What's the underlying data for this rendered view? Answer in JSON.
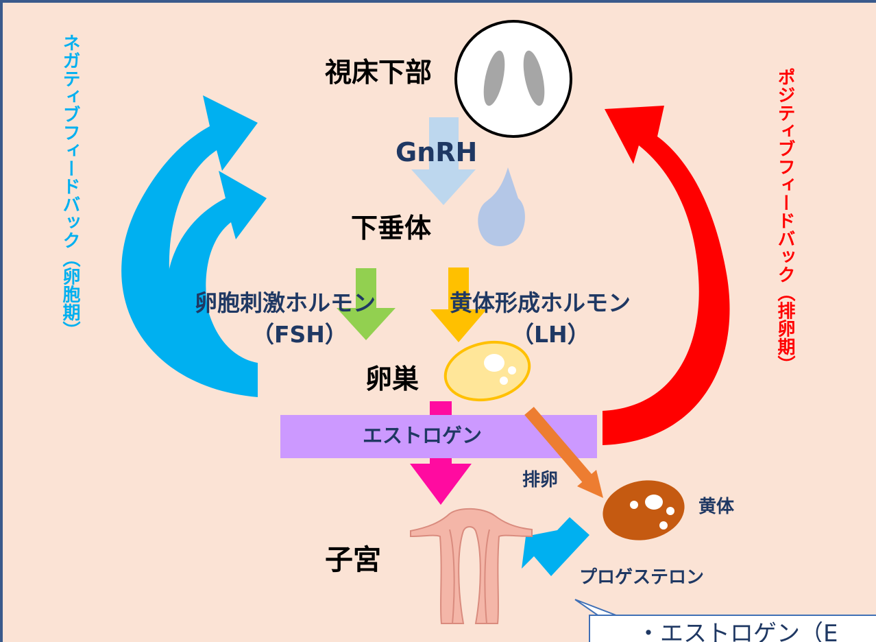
{
  "labels": {
    "hypothalamus": "視床下部",
    "gnrh": "GnRH",
    "pituitary": "下垂体",
    "fsh_name": "卵胞刺激ホルモン",
    "fsh_abbr": "（FSH）",
    "lh_name": "黄体形成ホルモン",
    "lh_abbr": "（LH）",
    "ovary": "卵巣",
    "estrogen": "エストロゲン",
    "ovulation": "排卵",
    "corpus_luteum": "黄体",
    "uterus": "子宮",
    "progesterone": "プロゲステロン",
    "negative_feedback": "ネガティブフィードバック（卵胞期）",
    "positive_feedback": "ポジティブフィードバック（排卵期）",
    "note": "・エストロゲン（E"
  },
  "colors": {
    "background": "#fbe3d5",
    "negative_arrow": "#00b0f0",
    "positive_arrow": "#ff0000",
    "gnrh_arrow": "#bdd7ee",
    "fsh_arrow": "#92d050",
    "lh_arrow": "#ffc000",
    "estrogen_band": "#cc99ff",
    "estrogen_arrow": "#ff0ba0",
    "ovulation_arrow": "#ed7d31",
    "progesterone_arrow": "#00b0f0",
    "corpus_luteum": "#c55a11",
    "ovary": "#ffe699",
    "text_navy": "#1f3863"
  }
}
